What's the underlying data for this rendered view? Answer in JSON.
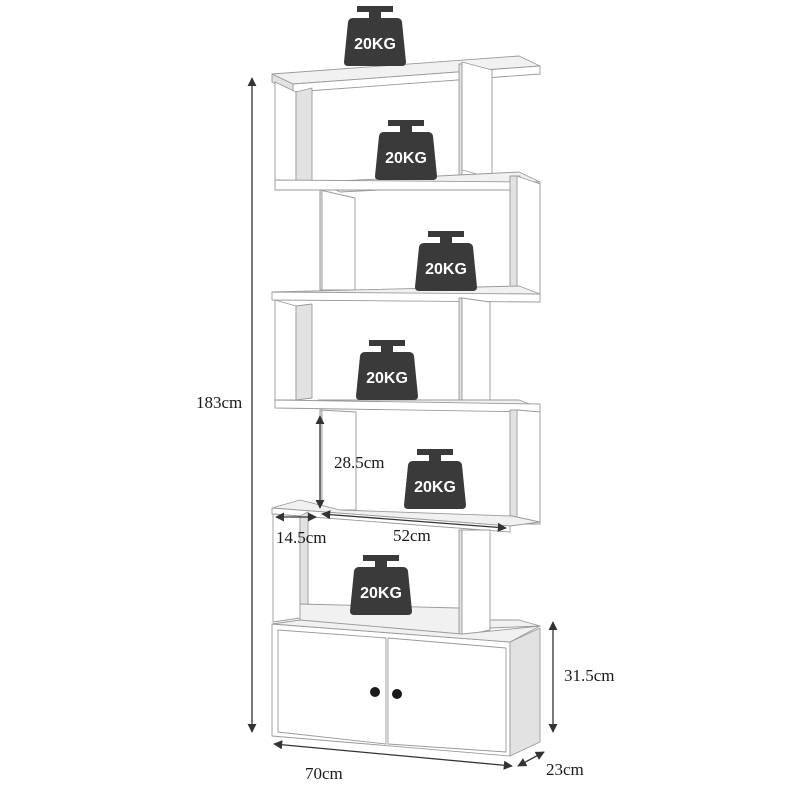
{
  "colors": {
    "panel_front": "#ffffff",
    "panel_top": "#f1f1f1",
    "panel_side": "#e2e2e2",
    "panel_shadow": "#d4d4d4",
    "edge": "#9a9a9a",
    "weight_fill": "#3a3a3a",
    "arrow": "#333333"
  },
  "weights": [
    {
      "label": "20KG"
    },
    {
      "label": "20KG"
    },
    {
      "label": "20KG"
    },
    {
      "label": "20KG"
    },
    {
      "label": "20KG"
    },
    {
      "label": "20KG"
    }
  ],
  "dimensions": {
    "total_height": "183cm",
    "shelf_height": "28.5cm",
    "inner_depth": "14.5cm",
    "shelf_width": "52cm",
    "cabinet_height": "31.5cm",
    "total_width": "70cm",
    "total_depth": "23cm"
  },
  "cabinet": {
    "doors": 2,
    "knobs": 2
  }
}
